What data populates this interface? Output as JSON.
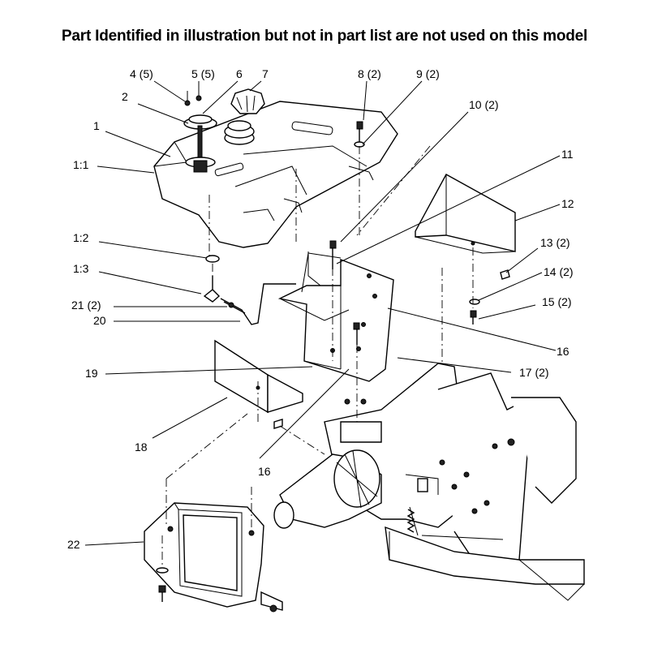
{
  "title": "Part Identified in illustration but not in part list are not used on this model",
  "callouts": [
    {
      "id": "c4",
      "text": "4 (5)"
    },
    {
      "id": "c5",
      "text": "5 (5)"
    },
    {
      "id": "c6",
      "text": "6"
    },
    {
      "id": "c7",
      "text": "7"
    },
    {
      "id": "c8",
      "text": "8 (2)"
    },
    {
      "id": "c9",
      "text": "9 (2)"
    },
    {
      "id": "c10",
      "text": "10 (2)"
    },
    {
      "id": "c2",
      "text": "2"
    },
    {
      "id": "c1",
      "text": "1"
    },
    {
      "id": "c11",
      "text": "11"
    },
    {
      "id": "c1_1",
      "text": "1:1"
    },
    {
      "id": "c12",
      "text": "12"
    },
    {
      "id": "c1_2",
      "text": "1:2"
    },
    {
      "id": "c13",
      "text": "13 (2)"
    },
    {
      "id": "c1_3",
      "text": "1:3"
    },
    {
      "id": "c14",
      "text": "14 (2)"
    },
    {
      "id": "c21",
      "text": "21 (2)"
    },
    {
      "id": "c15",
      "text": "15 (2)"
    },
    {
      "id": "c20",
      "text": "20"
    },
    {
      "id": "c16a",
      "text": "16"
    },
    {
      "id": "c19",
      "text": "19"
    },
    {
      "id": "c17",
      "text": "17 (2)"
    },
    {
      "id": "c18",
      "text": "18"
    },
    {
      "id": "c16b",
      "text": "16"
    },
    {
      "id": "c22",
      "text": "22"
    }
  ]
}
